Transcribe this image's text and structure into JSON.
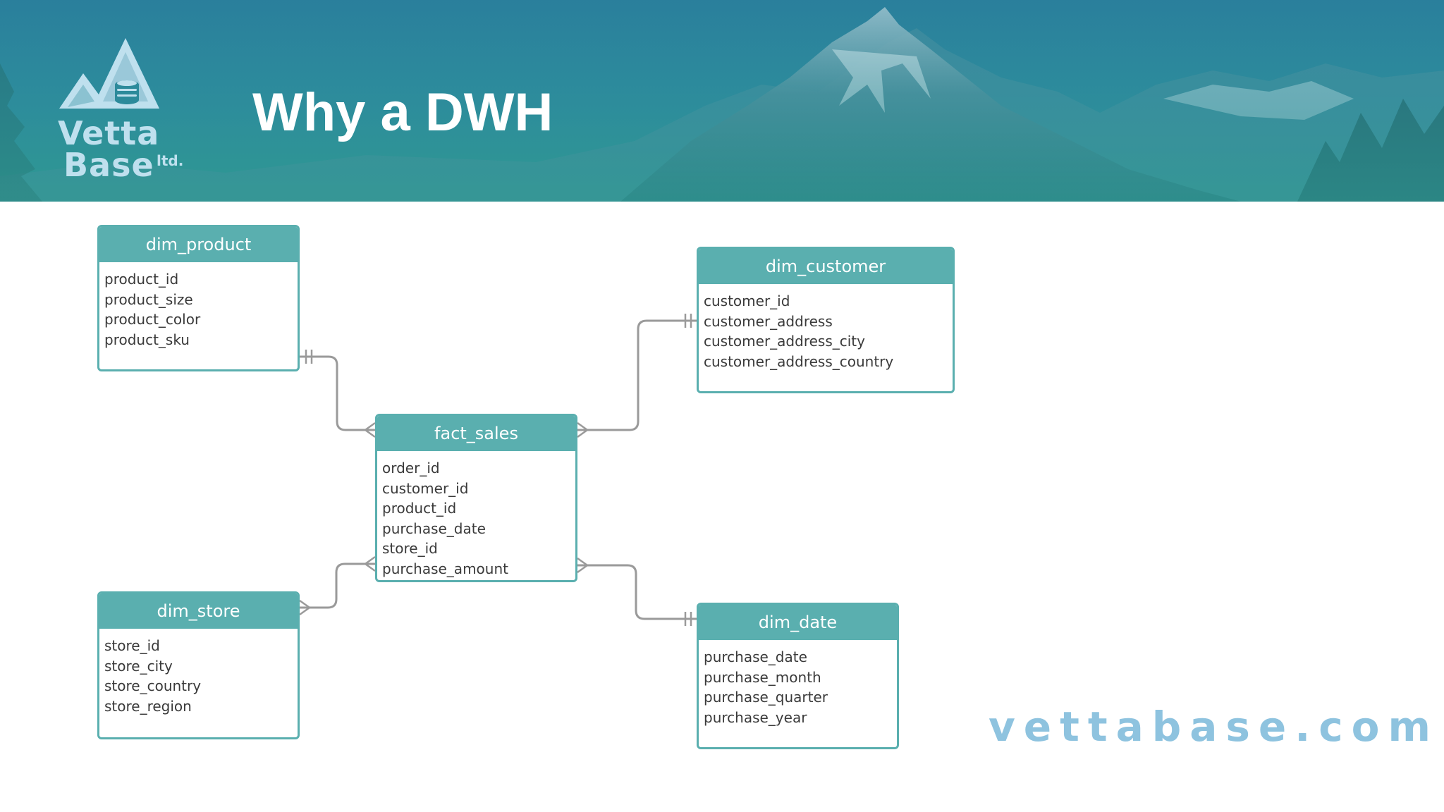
{
  "header": {
    "title": "Why a DWH",
    "logo": {
      "line1": "Vetta",
      "line2": "Base",
      "suffix": "ltd."
    }
  },
  "entities": {
    "dim_product": {
      "name": "dim_product",
      "fields": [
        "product_id",
        "product_size",
        "product_color",
        "product_sku"
      ]
    },
    "dim_customer": {
      "name": "dim_customer",
      "fields": [
        "customer_id",
        "customer_address",
        "customer_address_city",
        "customer_address_country"
      ]
    },
    "fact_sales": {
      "name": "fact_sales",
      "fields": [
        "order_id",
        "customer_id",
        "product_id",
        "purchase_date",
        "store_id",
        "purchase_amount"
      ]
    },
    "dim_store": {
      "name": "dim_store",
      "fields": [
        "store_id",
        "store_city",
        "store_country",
        "store_region"
      ]
    },
    "dim_date": {
      "name": "dim_date",
      "fields": [
        "purchase_date",
        "purchase_month",
        "purchase_quarter",
        "purchase_year"
      ]
    }
  },
  "relationships": [
    {
      "from": "dim_product",
      "from_end": "one",
      "to": "fact_sales",
      "to_end": "many"
    },
    {
      "from": "dim_customer",
      "from_end": "one",
      "to": "fact_sales",
      "to_end": "many"
    },
    {
      "from": "dim_store",
      "from_end": "many",
      "to": "fact_sales",
      "to_end": "many"
    },
    {
      "from": "dim_date",
      "from_end": "one",
      "to": "fact_sales",
      "to_end": "many"
    }
  ],
  "footer": {
    "website": "vettabase.com"
  },
  "colors": {
    "entity_header": "#5aafaf",
    "connector": "#9a9a9a",
    "website": "#8ec3df",
    "banner": "#2c8a9b"
  },
  "icons": {
    "logo": "mountain-database-icon"
  }
}
